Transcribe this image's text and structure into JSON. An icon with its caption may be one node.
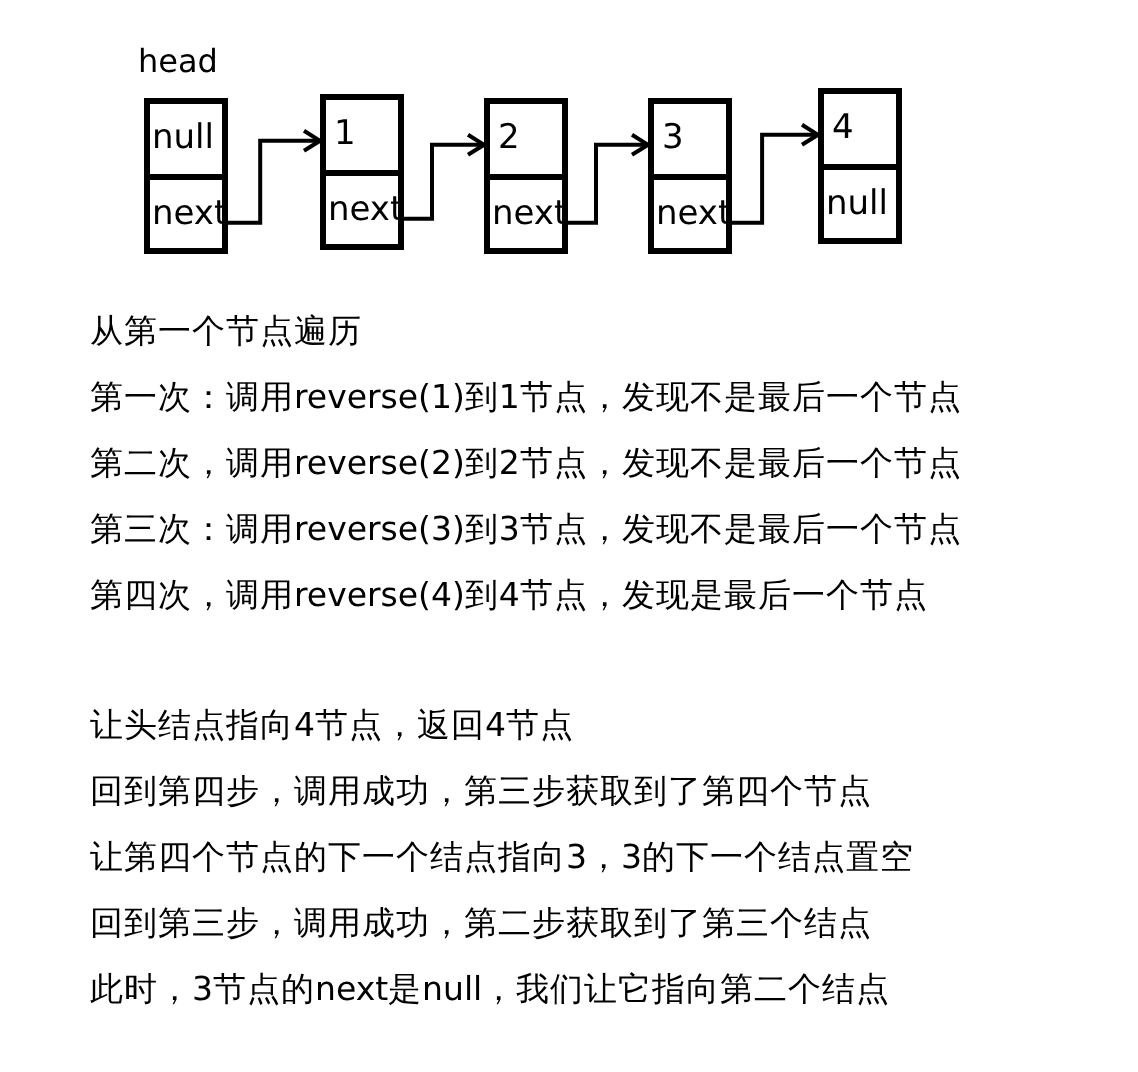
{
  "diagram": {
    "nodes": [
      {
        "text": [
          "null",
          "next"
        ],
        "beside": [
          "head"
        ]
      },
      {
        "text": [
          "1",
          "next"
        ]
      },
      {
        "text": [
          "2",
          "next"
        ]
      },
      {
        "text": [
          "3",
          "next"
        ]
      },
      {
        "text": [
          "4",
          "null"
        ]
      }
    ],
    "edges": [
      {
        "from": 0,
        "to": 1,
        "arrow": "to"
      },
      {
        "from": 1,
        "to": 2,
        "arrow": "to"
      },
      {
        "from": 2,
        "to": 3,
        "arrow": "to"
      },
      {
        "from": 3,
        "to": 4,
        "arrow": "to"
      }
    ],
    "labels": [
      "从第一个节点遍历",
      "第一次：调用reverse(1)到1节点，发现不是最后一个节点",
      "第二次，调用reverse(2)到2节点，发现不是最后一个节点",
      "第三次：调用reverse(3)到3节点，发现不是最后一个节点",
      "第四次，调用reverse(4)到4节点，发现是最后一个节点",
      "让头结点指向4节点，返回4节点",
      "回到第四步，调用成功，第三步获取到了第四个节点",
      "让第四个节点的下一个结点指向3，3的下一个结点置空",
      "回到第三步，调用成功，第二步获取到了第三个结点",
      "此时，3节点的next是null，我们让它指向第二个结点"
    ]
  }
}
